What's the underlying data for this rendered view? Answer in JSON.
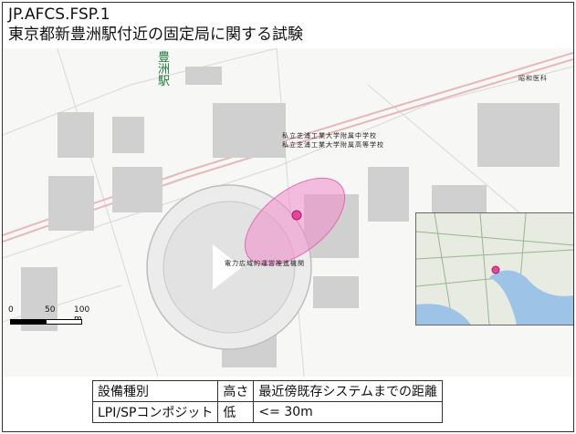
{
  "title": {
    "line1": "JP.AFCS.FSP.1",
    "line2": "東京都新豊洲駅付近の固定局に関する試験"
  },
  "map": {
    "station_label": [
      "豊",
      "洲",
      "駅"
    ],
    "school_label_1": "私立芝浦工業大学附属中学校",
    "school_label_2": "私立芝浦工業大学附属高等学校",
    "stadium_label": "電力広域的運営推進機関",
    "top_right_label": "昭和医科",
    "colors": {
      "ellipse_fill": "#f08ac8",
      "marker": "#e8459a",
      "station_text": "#1d7a3b",
      "road": "#e6b9b9"
    }
  },
  "scale": {
    "labels": [
      "0",
      "50",
      "100 m"
    ]
  },
  "table": {
    "header": [
      "設備種別",
      "高さ",
      "最近傍既存システムまでの距離"
    ],
    "row": [
      "LPI/SPコンポジット",
      "低",
      "<= 30m"
    ]
  }
}
